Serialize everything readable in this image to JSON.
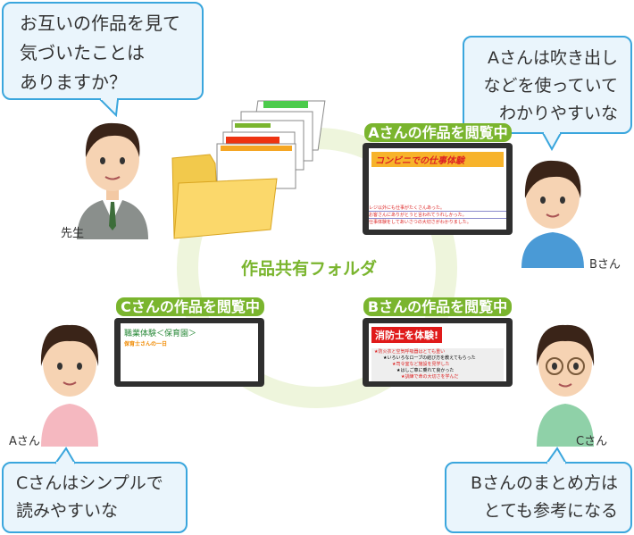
{
  "center_label": "作品共有フォルダ",
  "colors": {
    "accent_green": "#7ab52e",
    "ring": "#eef5dc",
    "bubble_border": "#3aa6dd",
    "bubble_fill": "#eaf5fc"
  },
  "bubbles": {
    "teacher": [
      "お互いの作品を見て",
      "気づいたことは",
      "ありますか？"
    ],
    "b_san": [
      "Aさんは吹き出し",
      "などを使っていて",
      "わかりやすいな"
    ],
    "a_san": [
      "Cさんはシンプルで",
      "読みやすいな"
    ],
    "c_san": [
      "Bさんのまとめ方は",
      "とても参考になる"
    ]
  },
  "people": {
    "teacher": "先生",
    "b": "Bさん",
    "a": "Aさん",
    "c": "Cさん"
  },
  "tablets": {
    "a_work": {
      "label": "Aさんの作品を閲覧中",
      "title": "コンビニでの仕事体験",
      "lines": [
        "レジ以外にも仕事がたくさんあった。",
        "お客さんにありがとうと言われてうれしかった。",
        "仕事体験をしてあいさつの大切さがわかりました。"
      ]
    },
    "c_work": {
      "label": "Cさんの作品を閲覧中",
      "title": "職業体験＜保育園＞",
      "subtitle": "保育士さんの一日"
    },
    "b_work": {
      "label": "Bさんの作品を閲覧中",
      "title": "消防士を体験!",
      "lines": [
        "★防火衣と空気呼吸器はとても重い",
        "★いろいろなロープの結び方を教えてもらった",
        "★司令室など施設を見学した",
        "★はしご車に乗れて良かった",
        "★訓練で命の大切さを学んだ"
      ]
    }
  }
}
